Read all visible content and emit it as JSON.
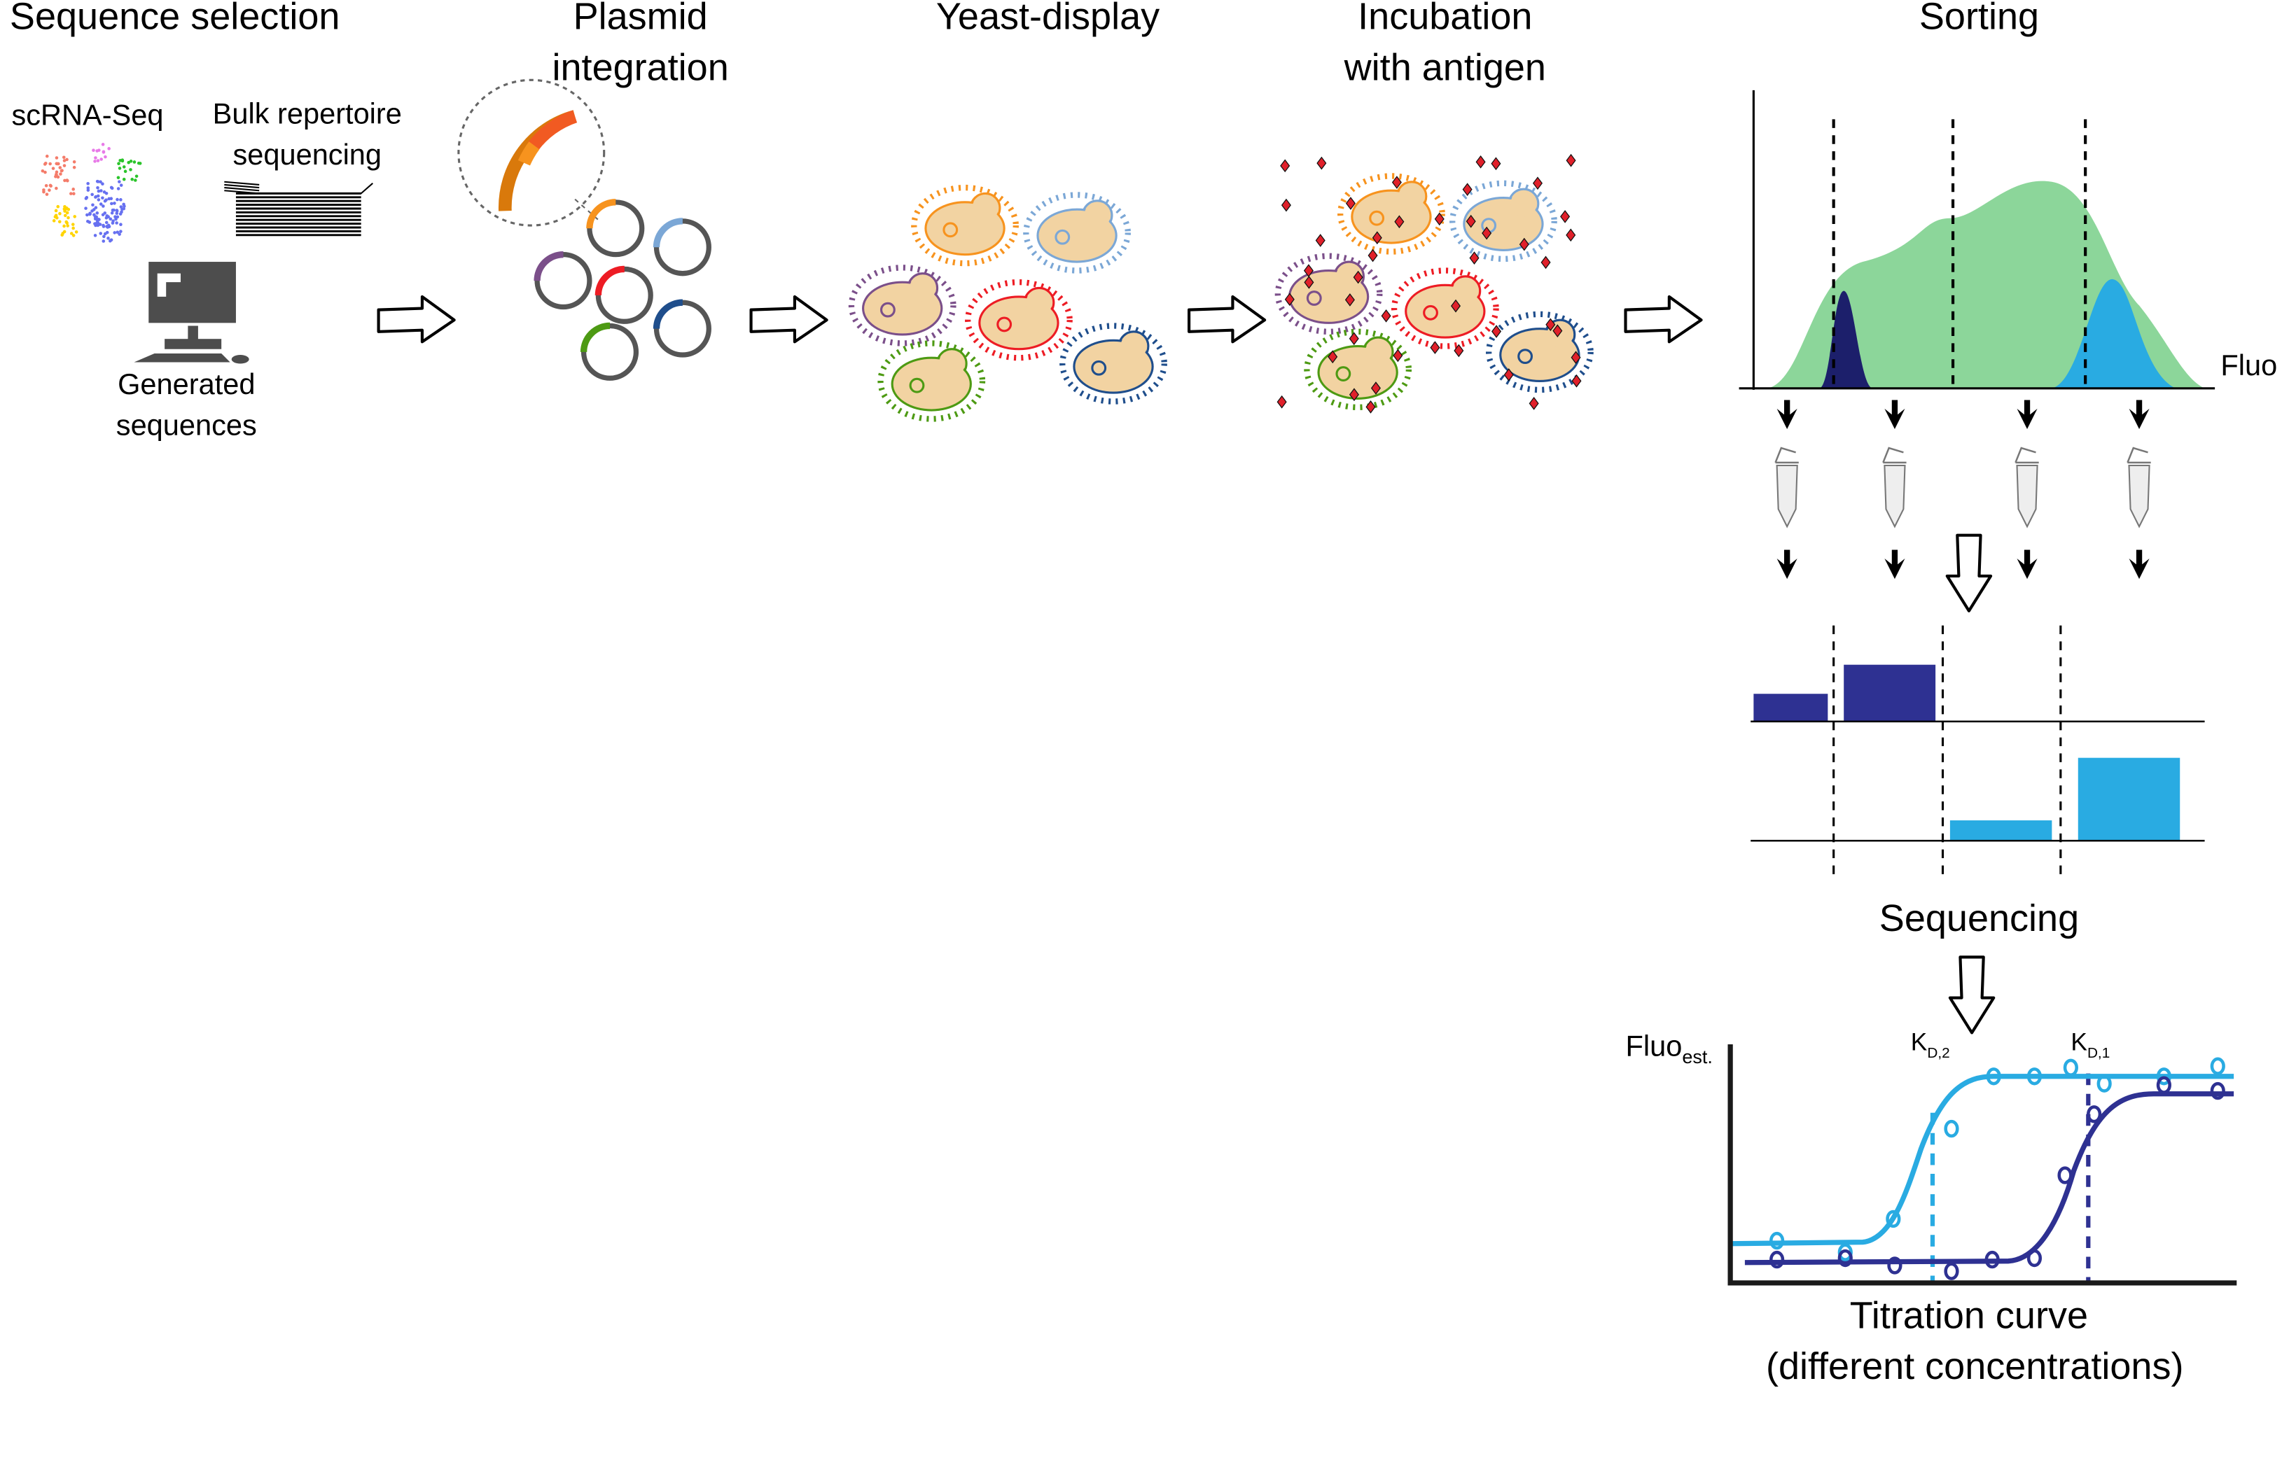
{
  "steps": {
    "sequence_selection": {
      "title": "Sequence selection",
      "scrna": "scRNA-Seq",
      "bulk_line1": "Bulk repertoire",
      "bulk_line2": "sequencing",
      "generated_line1": "Generated",
      "generated_line2": "sequences"
    },
    "plasmid": {
      "title_line1": "Plasmid",
      "title_line2": "integration"
    },
    "yeast": {
      "title": "Yeast-display"
    },
    "incubation": {
      "title_line1": "Incubation",
      "title_line2": "with antigen"
    },
    "sorting": {
      "title": "Sorting",
      "axis_label": "Fluo"
    },
    "sequencing": {
      "title": "Sequencing"
    },
    "titration": {
      "y_label": "Fluo",
      "y_label_sub": "est.",
      "kd2": "K",
      "kd2_sub": "D,2",
      "kd1": "K",
      "kd1_sub": "D,1",
      "caption_line1": "Titration curve",
      "caption_line2": "(different concentrations)"
    }
  },
  "colors": {
    "light_blue": "#29abe2",
    "dark_blue": "#2e3192",
    "green_area": "#8cd69a",
    "orange": "#f7931e",
    "red": "#ed1c24",
    "purple": "#7b4f8a",
    "green": "#4d9a13",
    "navy": "#1f4e8c",
    "sky": "#7ba7d6",
    "yeast_body": "#f2d3a2"
  }
}
